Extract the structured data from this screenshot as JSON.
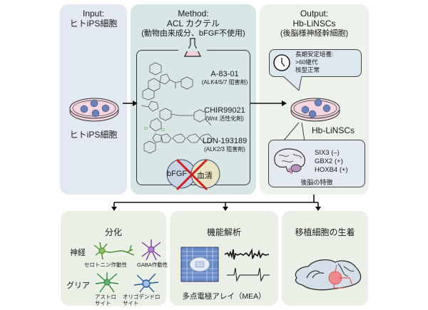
{
  "input": {
    "header_line1": "Input:",
    "header_line2": "ヒトiPS細胞",
    "dish_label": "ヒトiPS細胞"
  },
  "method": {
    "header_line1": "Method:",
    "header_line2": "ACL カクテル",
    "header_line3": "(動物由来成分、bFGF不使用)",
    "compounds": [
      {
        "name": "A-83-01",
        "role": "(ALK4/5/7 阻害剤)"
      },
      {
        "name": "CHIR99021",
        "role": "(Wnt 活性化剤)"
      },
      {
        "name": "LDN-193189",
        "role": "(ALK2/3 阻害剤)"
      }
    ],
    "excluded": [
      {
        "label": "bFGF",
        "color": "#c9d3e6"
      },
      {
        "label": "血清",
        "color": "#e8e3c3"
      }
    ],
    "cross_color": "#cc2222",
    "flask_liquid_color": "#f2cfd9"
  },
  "output": {
    "header_line1": "Output:",
    "header_line2": "Hb-LiNSCs",
    "header_line3": "(後脳様神経幹細胞)",
    "culture_note": [
      "長期安定培養:",
      ">60継代",
      "核型正常"
    ],
    "dish_label": "Hb-LiNSCs",
    "markers": [
      "SIX3 (–)",
      "GBX2 (+)",
      "HOXB4 (+)"
    ],
    "marker_caption": "後脳の特徴"
  },
  "differentiation": {
    "title": "分化",
    "neuron_label": "神経",
    "glia_label": "グリア",
    "cells": [
      {
        "label": "セロトニン作動性",
        "color": "#4a8a2a"
      },
      {
        "label": "GABA作動性",
        "color": "#7a3aa0"
      },
      {
        "label_line1": "アストロ",
        "label_line2": "サイト",
        "color": "#2a8a3a"
      },
      {
        "label_line1": "オリゴデンドロ",
        "label_line2": "サイト",
        "color": "#2a5a9a"
      }
    ]
  },
  "function": {
    "title": "機能解析",
    "mea_label": "多点電極アレイ（MEA）"
  },
  "graft": {
    "title": "移植細胞の生着"
  },
  "colors": {
    "input_bg": "#e3e9f3",
    "method_bg": "#d8e6e6",
    "output_bg": "#edf2ea",
    "bottom_bg": "#eaf0e6",
    "dish_fill": "#f4d6e0",
    "colony": "#6a82b8"
  }
}
